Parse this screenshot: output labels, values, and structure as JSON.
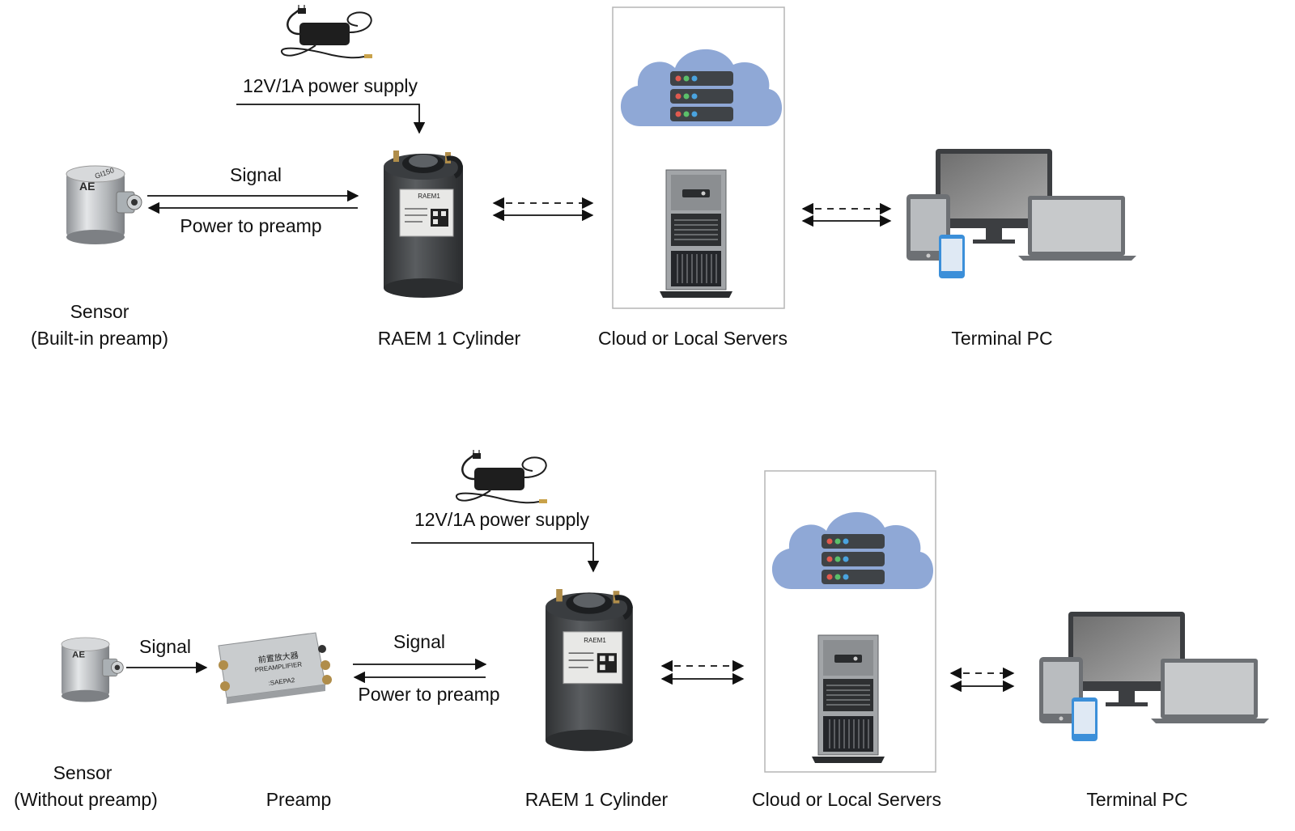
{
  "top_row": {
    "power_supply_label": "12V/1A power supply",
    "signal_label": "Signal",
    "power_to_preamp_label": "Power to preamp",
    "sensor_label_line1": "Sensor",
    "sensor_label_line2": "(Built-in preamp)",
    "cylinder_label": "RAEM 1 Cylinder",
    "servers_label": "Cloud or Local Servers",
    "terminal_label": "Terminal PC"
  },
  "bottom_row": {
    "power_supply_label": "12V/1A power supply",
    "sensor_signal_label": "Signal",
    "preamp_signal_label": "Signal",
    "power_to_preamp_label": "Power to preamp",
    "sensor_label_line1": "Sensor",
    "sensor_label_line2": "(Without preamp)",
    "preamp_label": "Preamp",
    "cylinder_label": "RAEM 1 Cylinder",
    "servers_label": "Cloud or Local Servers",
    "terminal_label": "Terminal PC"
  },
  "device_text": {
    "sensor_model": "GI150",
    "preamp_title": "前置放大器",
    "preamp_subtitle": "PREAMPLIFIER",
    "preamp_model": ":SAEPA2",
    "cylinder_model": "RAEM1"
  },
  "colors": {
    "cloud": "#8fa8d6",
    "server_dark": "#3f4347",
    "cylinder_body": "#4a4d4f",
    "sensor_steel": "#b9bcbf",
    "screen_gray": "#8c8c8c",
    "phone_blue": "#3b8fd9"
  },
  "icons": [
    "power-adapter-icon",
    "ae-sensor-icon",
    "preamplifier-icon",
    "raem1-cylinder-icon",
    "cloud-server-icon",
    "tower-server-icon",
    "desktop-monitor-icon",
    "tablet-icon",
    "laptop-icon",
    "phone-icon"
  ]
}
